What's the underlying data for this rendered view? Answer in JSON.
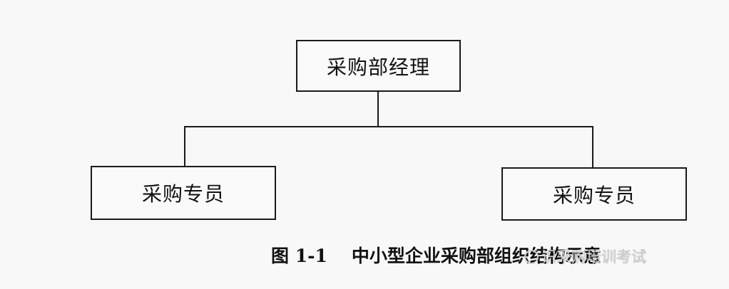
{
  "diagram": {
    "nodes": {
      "root": "采购部经理",
      "left": "采购专员",
      "right": "采购专员"
    }
  },
  "caption": {
    "figure_number": "图 1-1",
    "title": "中小型企业采购部组织结构示意"
  },
  "watermark": {
    "text": "识采购培训考试",
    "icon": "wechat-icon"
  }
}
